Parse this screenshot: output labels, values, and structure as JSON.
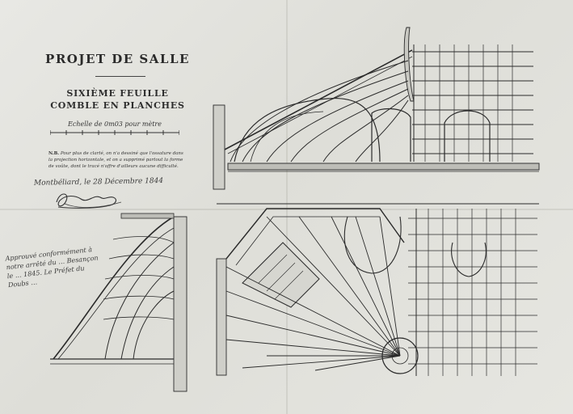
{
  "title": "PROJET DE SALLE",
  "subtitle_1": "SIXIÈME FEUILLE",
  "subtitle_2": "COMBLE EN PLANCHES",
  "scale_caption": "Echelle de 0m03 pour mètre",
  "note_label": "N.B.",
  "note_text": "Pour plus de clarté, on n'a dessiné que l'ossature dans la projection horizontale, et on a supprimé partout la forme de voûte, dont le tracé n'offre d'ailleurs aucune difficulté.",
  "place_date": "Montbéliard, le 28 Décembre 1844",
  "approval_text": "Approuvé conformément à notre arrêté du … Besançon le … 1845. Le Préfet du Doubs …",
  "colors": {
    "paper": "#e4e4df",
    "ink": "#2b2b2b",
    "wash": "#b9bab4"
  }
}
